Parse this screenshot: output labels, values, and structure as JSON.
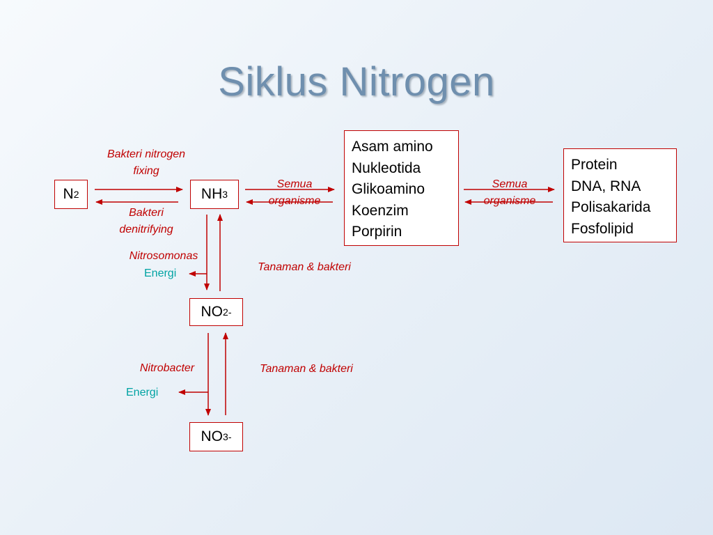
{
  "title": "Siklus Nitrogen",
  "nodes": {
    "n2": {
      "main": "N",
      "sub": "2"
    },
    "nh3": {
      "main": "NH",
      "sub": "3"
    },
    "no2": {
      "main": "NO",
      "sub": "2",
      "sup": "-"
    },
    "no3": {
      "main": "NO",
      "sub": "3",
      "sup": "-"
    },
    "organic_compounds": [
      "Asam amino",
      "Nukleotida",
      "Glikoamino",
      "Koenzim",
      "Porpirin"
    ],
    "macromolecules": [
      "Protein",
      "DNA, RNA",
      "Polisakarida",
      "Fosfolipid"
    ]
  },
  "labels": {
    "fixing_line1": "Bakteri nitrogen",
    "fixing_line2": "fixing",
    "denitrifying_line1": "Bakteri",
    "denitrifying_line2": "denitrifying",
    "semua1_line1": "Semua",
    "semua1_line2": "organisme",
    "semua2_line1": "Semua",
    "semua2_line2": "organisme",
    "nitrosomonas": "Nitrosomonas",
    "energi1": "Energi",
    "tanaman1": "Tanaman & bakteri",
    "nitrobacter": "Nitrobacter",
    "energi2": "Energi",
    "tanaman2": "Tanaman & bakteri"
  },
  "colors": {
    "arrow": "#c00000",
    "label": "#c00000",
    "energi": "#00a3a3",
    "title": "#6f8fae"
  }
}
